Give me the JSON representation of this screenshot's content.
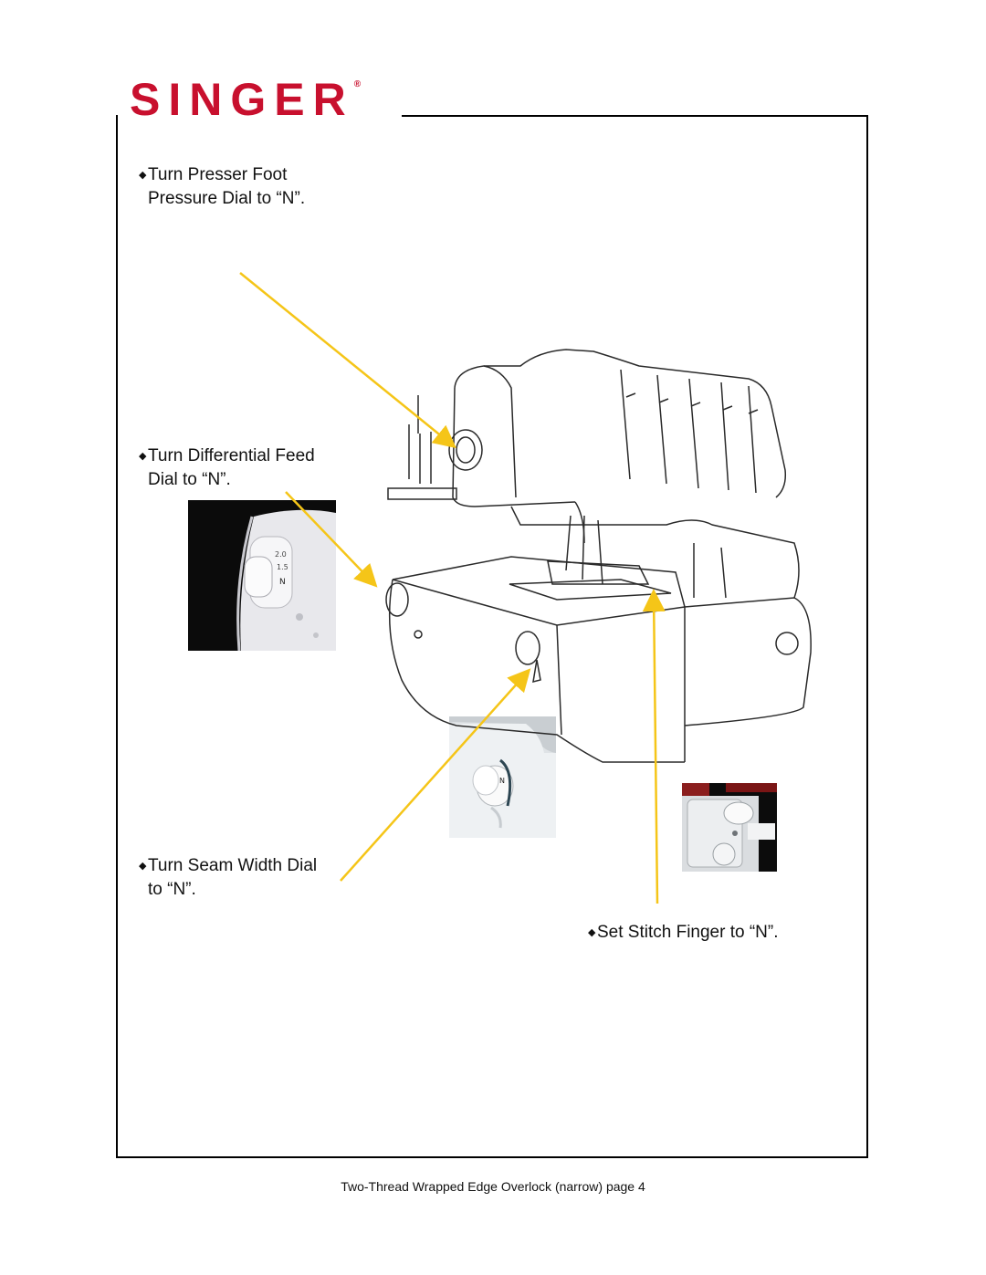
{
  "brand": {
    "logo_text": "SINGER",
    "registered_mark": "®",
    "color": "#c8102e"
  },
  "annotations": {
    "presser_foot": {
      "bullet": "◆",
      "line1": "Turn Presser Foot",
      "line2": "Pressure Dial to “N”."
    },
    "differential_feed": {
      "bullet": "◆",
      "line1": "Turn Differential Feed",
      "line2": "Dial to “N”."
    },
    "seam_width": {
      "bullet": "◆",
      "line1": "Turn Seam Width Dial",
      "line2": "to “N”."
    },
    "stitch_finger": {
      "bullet": "◆",
      "text": "Set Stitch Finger to “N”."
    }
  },
  "dial_photo_labels": {
    "top": "2.0",
    "mid": "1.5",
    "bottom": "N"
  },
  "seam_dial_label": "N",
  "arrow_color": "#f5c518",
  "footer": {
    "text": "Two-Thread Wrapped Edge Overlock (narrow) page 4"
  }
}
